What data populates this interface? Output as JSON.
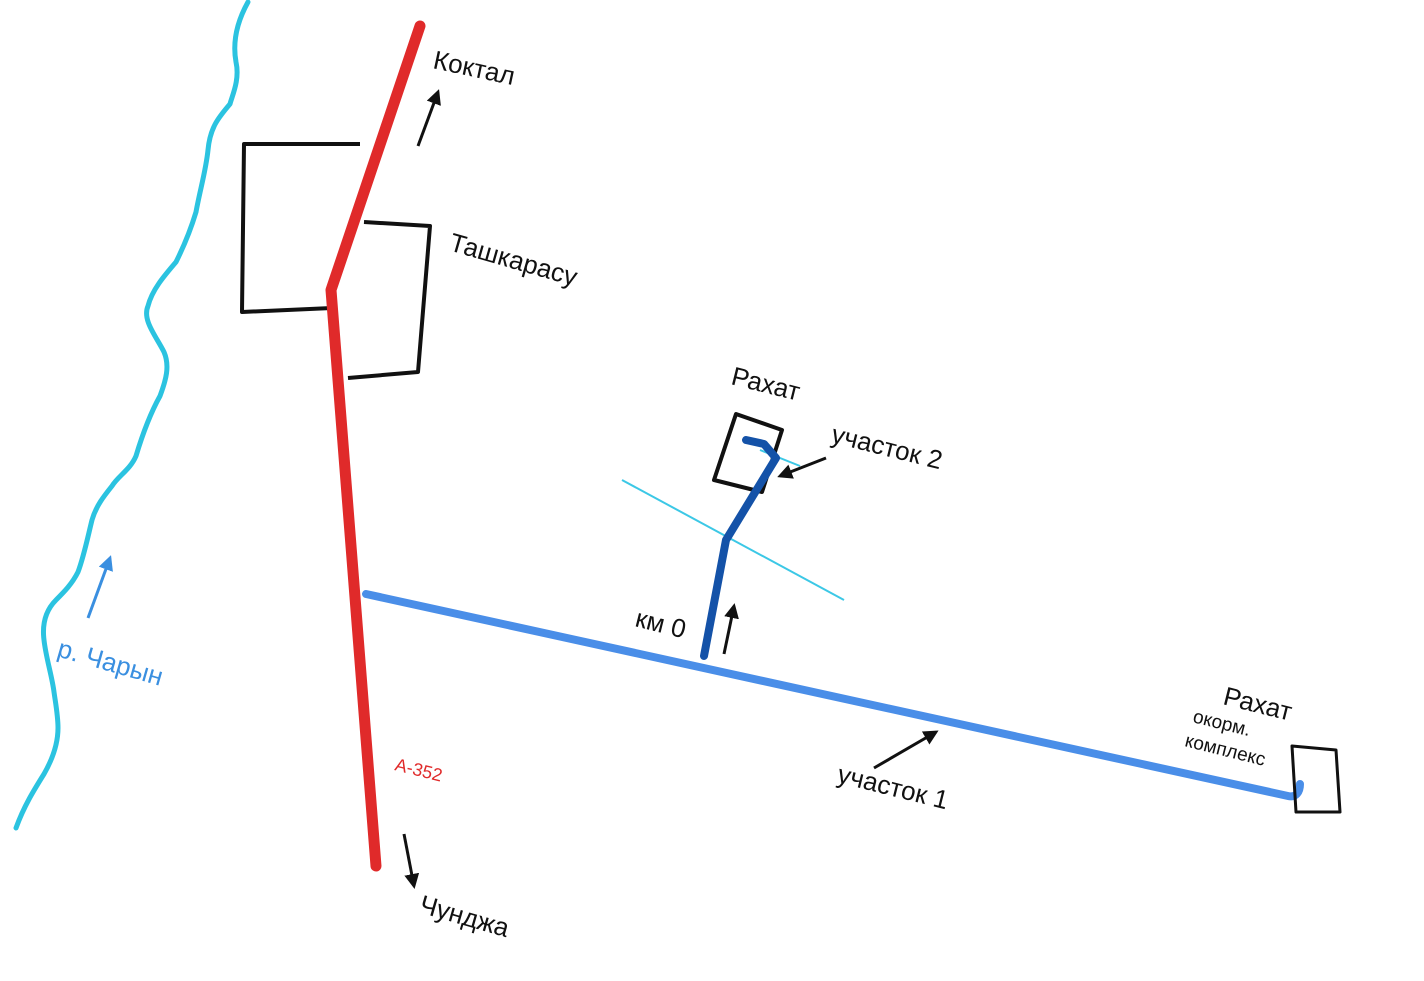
{
  "colors": {
    "road": "#e02a2a",
    "river": "#2bc3e0",
    "road_label": "#e02a2a",
    "river_label": "#3a8fe0",
    "section1": "#4a8ee8",
    "section2": "#1452a8",
    "thin_line": "#3cc8e6",
    "buildings": "#111111",
    "arrows": "#111111",
    "text": "#111111"
  },
  "labels": {
    "koktal": "Коктал",
    "tashkarasu": "Ташкарасу",
    "chundzha": "Чунджа",
    "road": "А-352",
    "river": "р. Чарын",
    "rakhat_top": "Рахат",
    "section2": "участок 2",
    "km0": "км 0",
    "rakhat_right": "Рахат",
    "feed_complex_line1": "окорм.",
    "feed_complex_line2": "комплекс",
    "section1": "участок 1"
  },
  "icons": {
    "direction_arrow": "arrow-icon"
  }
}
